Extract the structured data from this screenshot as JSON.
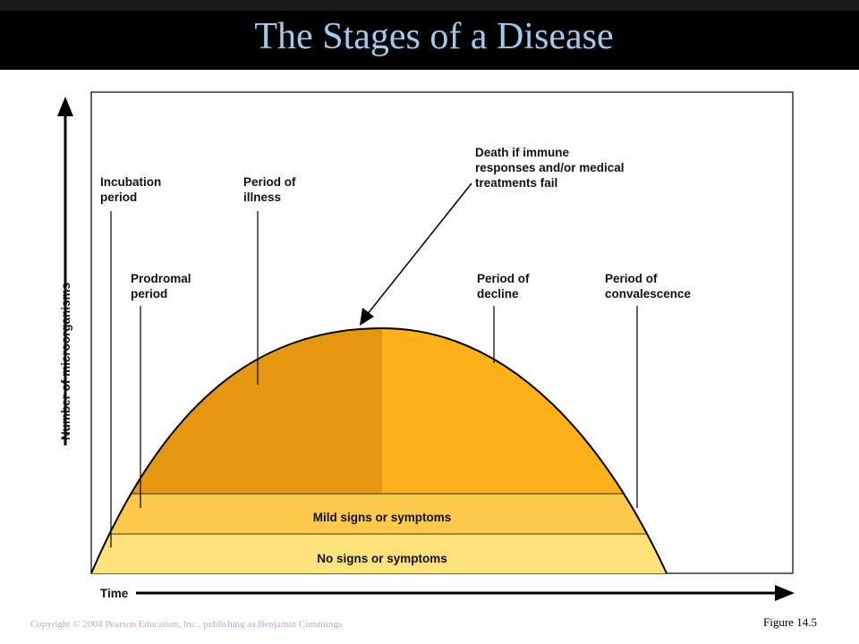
{
  "slide": {
    "title": "The Stages of a Disease",
    "figure_label": "Figure 14.5",
    "copyright": "Copyright © 2004 Pearson Education, Inc., publishing as Benjamin Cummings"
  },
  "diagram": {
    "y_axis_label": "Number of microorganisms",
    "x_axis_label": "Time",
    "stages": {
      "incubation": [
        "Incubation",
        "period"
      ],
      "prodromal": [
        "Prodromal",
        "period"
      ],
      "illness": [
        "Period of",
        "illness"
      ],
      "decline": [
        "Period of",
        "decline"
      ],
      "convalescence": [
        "Period of",
        "convalescence"
      ]
    },
    "death_note": [
      "Death if immune",
      "responses and/or medical",
      "treatments fail"
    ],
    "bands": {
      "mild": "Mild signs or symptoms",
      "none": "No signs or symptoms"
    },
    "colors": {
      "title_text": "#9ecbf0",
      "illness_rising": "#e5980f",
      "illness_falling": "#fbb117",
      "mild_band": "#fcc94a",
      "none_band": "#fde27a"
    }
  }
}
